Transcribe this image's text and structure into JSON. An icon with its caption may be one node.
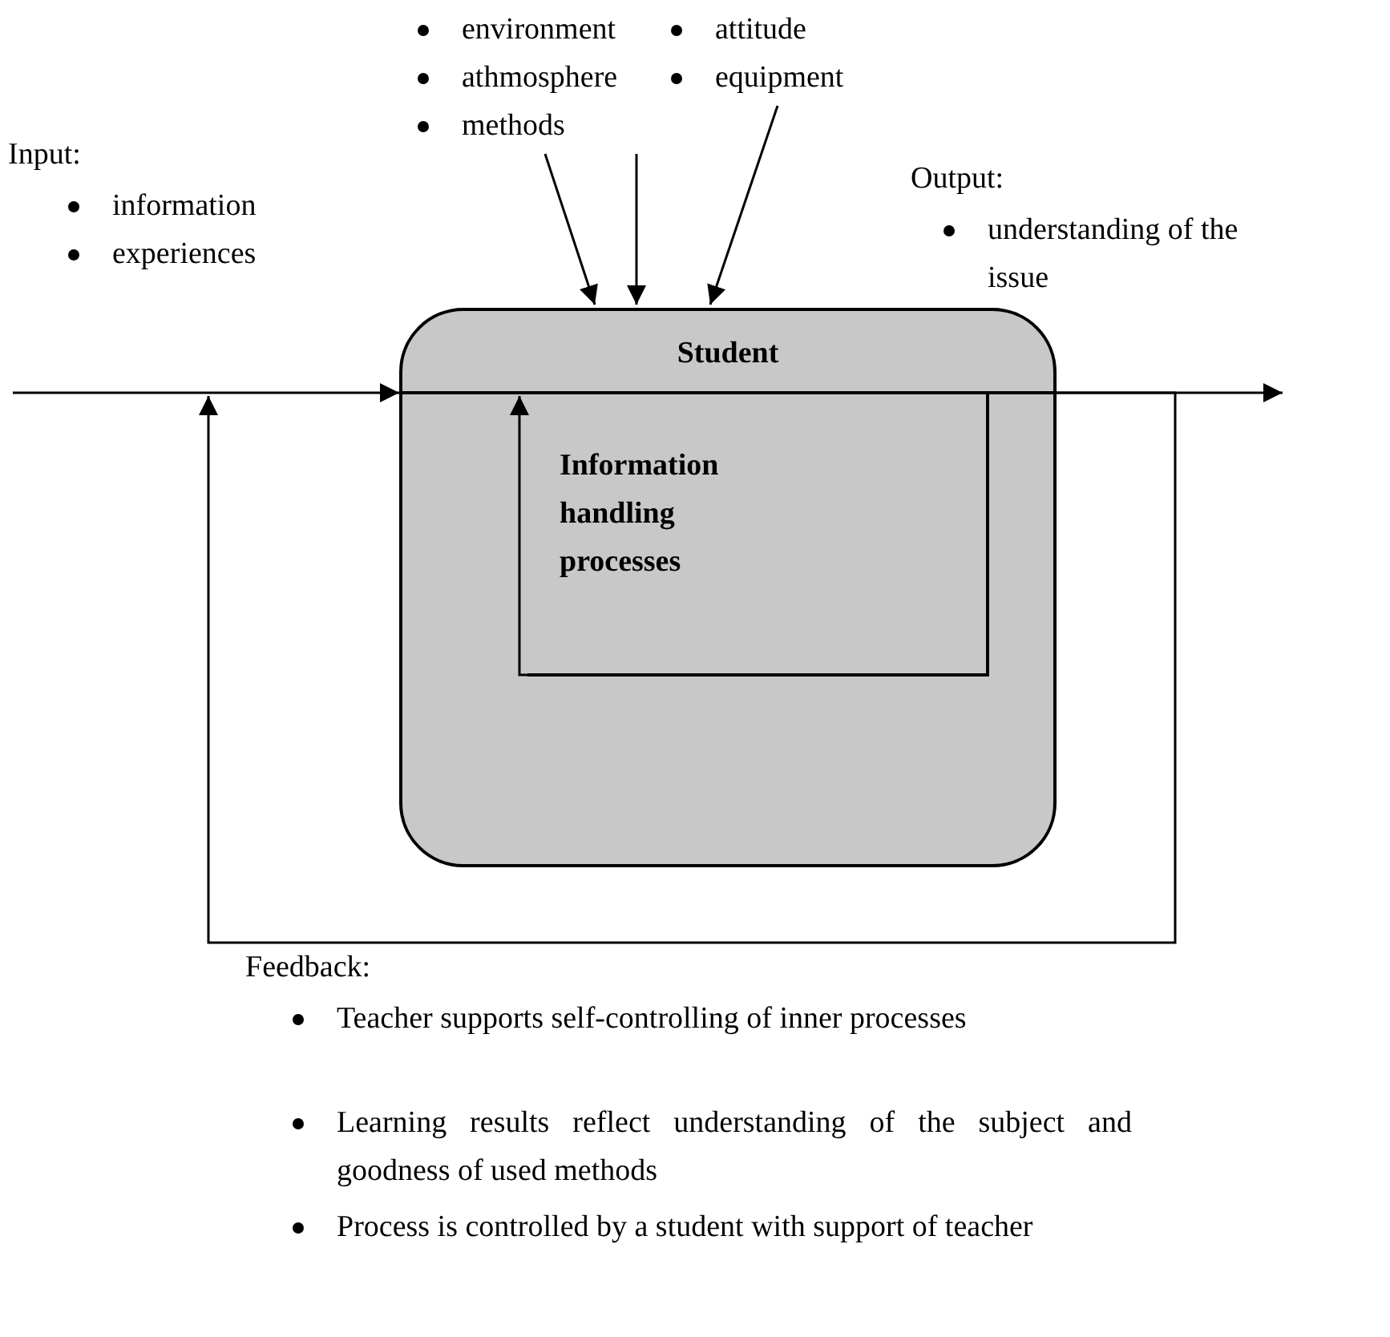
{
  "diagram": {
    "nodes": [
      {
        "text": [
          "environment",
          "athmosphere",
          "methods"
        ]
      },
      {
        "text": [
          "attitude",
          "equipment"
        ]
      },
      {
        "text": [
          "Student"
        ]
      },
      {
        "text": [
          "Information handling processes"
        ],
        "in": 2
      }
    ],
    "edges": [
      {
        "from": null,
        "to": 2,
        "arrow": "to"
      },
      {
        "from": 2,
        "to": null,
        "arrow": "to"
      },
      {
        "from": 2,
        "to": null,
        "arrow": "to"
      },
      {
        "from": 3,
        "to": null,
        "arrow": "to"
      },
      {
        "from": 0,
        "to": 2,
        "arrow": "to"
      },
      {
        "from": 0,
        "to": 2,
        "arrow": "to"
      },
      {
        "from": 1,
        "to": 2,
        "arrow": "to"
      }
    ],
    "labels": [
      "Input:",
      "information",
      "experiences",
      "Output:",
      "understanding of the issue",
      "Feedback:",
      "Teacher supports self-controlling of inner processes",
      "Learning results reflect understanding of the subject and goodness of used methods",
      "Process is controlled by a student with support of teacher"
    ]
  }
}
